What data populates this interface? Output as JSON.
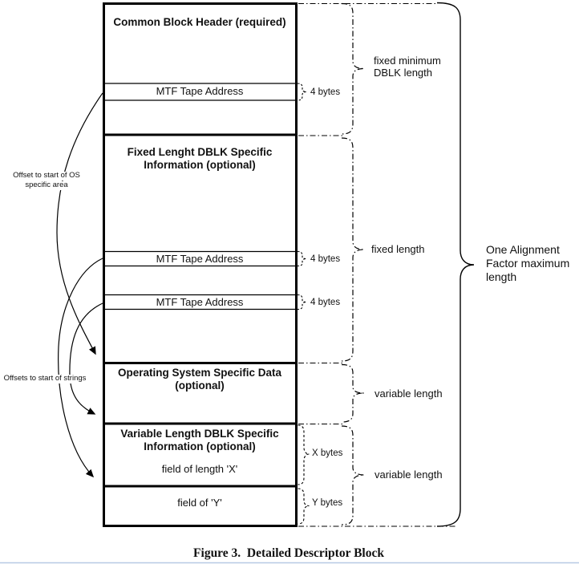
{
  "block": {
    "common_header": "Common Block Header (required)",
    "mtf_tape_address_1": "MTF Tape Address",
    "mtf_tape_address_2": "MTF Tape Address",
    "mtf_tape_address_3": "MTF Tape Address",
    "fixed_dblk_line1": "Fixed Lenght DBLK Specific",
    "fixed_dblk_line2": "Information (optional)",
    "os_data_line1": "Operating System Specific Data",
    "os_data_line2": "(optional)",
    "var_dblk_line1": "Variable Length DBLK Specific",
    "var_dblk_line2": "Information (optional)",
    "field_x": "field of length 'X'",
    "field_y": "field of 'Y'"
  },
  "left_labels": {
    "os_offset_line1": "Offset to start of OS",
    "os_offset_line2": "specific area",
    "strings_offset": "Offsets to start of strings"
  },
  "byte_labels": {
    "four_bytes_1": "4 bytes",
    "four_bytes_2": "4 bytes",
    "four_bytes_3": "4 bytes",
    "x_bytes": "X bytes",
    "y_bytes": "Y bytes"
  },
  "length_labels": {
    "fixed_min_line1": "fixed minimum",
    "fixed_min_line2": "DBLK length",
    "fixed": "fixed length",
    "variable_1": "variable length",
    "variable_2": "variable length"
  },
  "alignment_label": {
    "line1": "One Alignment",
    "line2": "Factor maximum",
    "line3": "length"
  },
  "caption": "Figure 3.  Detailed Descriptor Block",
  "colors": {
    "line": "#000000",
    "background": "#ffffff",
    "footer_rule": "#b7c9e5"
  }
}
